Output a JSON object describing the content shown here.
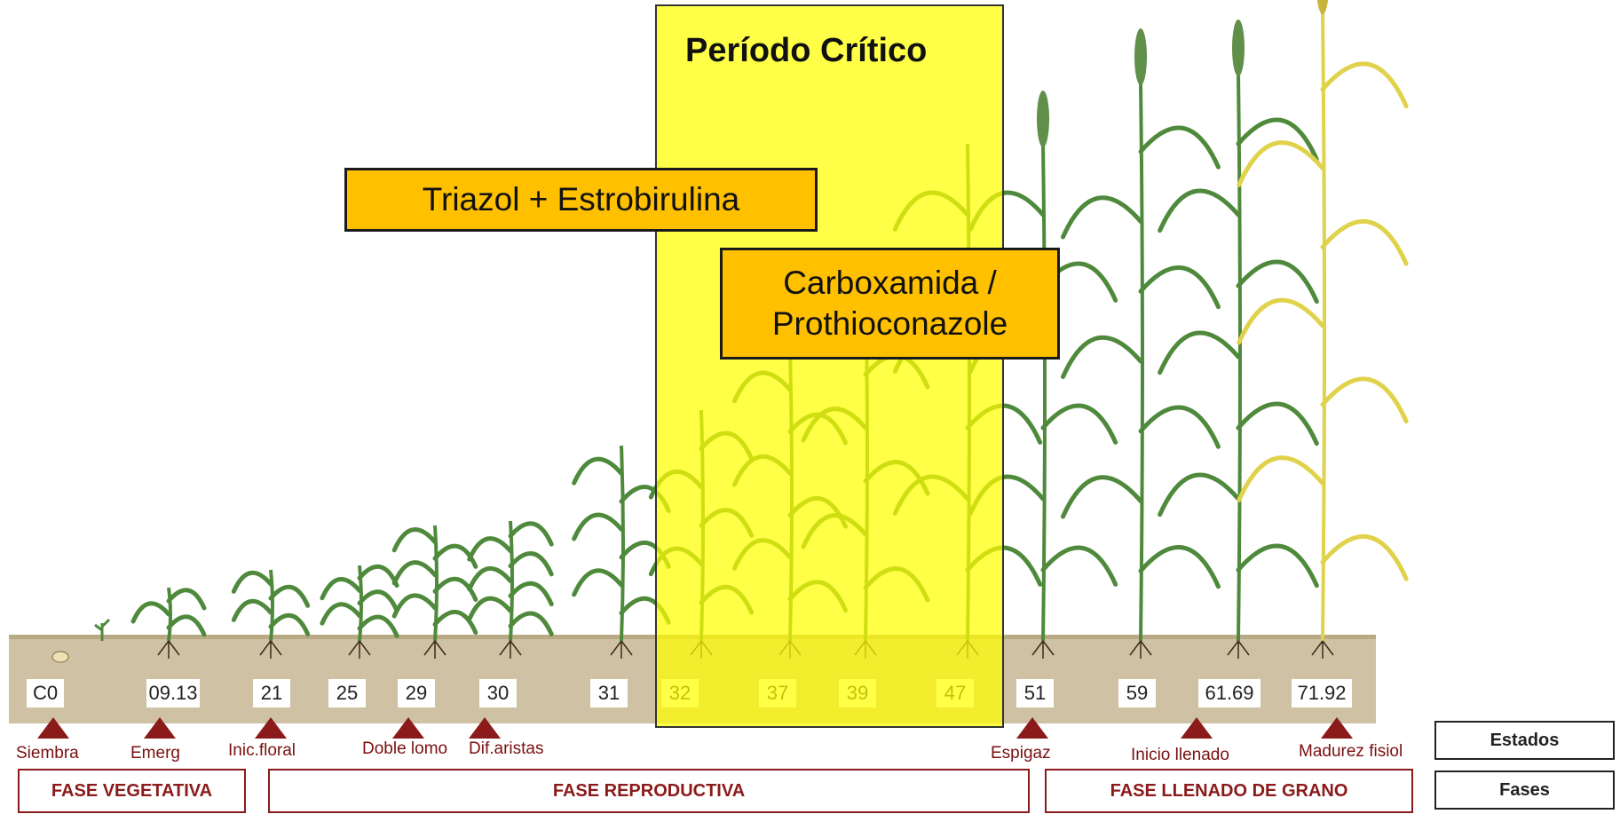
{
  "critical_period": {
    "title": "Período Crítico"
  },
  "products": [
    {
      "label": "Triazol + Estrobirulina"
    },
    {
      "label": "Carboxamida /\nProthioconazole"
    }
  ],
  "stage_codes": [
    "C0",
    "09.13",
    "21",
    "25",
    "29",
    "30",
    "31",
    "32",
    "37",
    "39",
    "47",
    "51",
    "59",
    "61.69",
    "71.92"
  ],
  "stage_labels": [
    "Siembra",
    "Emerg",
    "Inic.floral",
    "Doble lomo",
    "Dif.aristas",
    "Espigaz",
    "Inicio llenado",
    "Madurez fisiol"
  ],
  "phases": [
    "FASE VEGETATIVA",
    "FASE REPRODUCTIVA",
    "FASE LLENADO DE GRANO"
  ],
  "legend": {
    "states": "Estados",
    "phases": "Fases"
  },
  "colors": {
    "highlight": "#ffff00",
    "product_box": "#ffc000",
    "marker": "#8b1a1a",
    "plant_green": "#4f8a3c",
    "mature_yellow": "#e0d24a"
  }
}
